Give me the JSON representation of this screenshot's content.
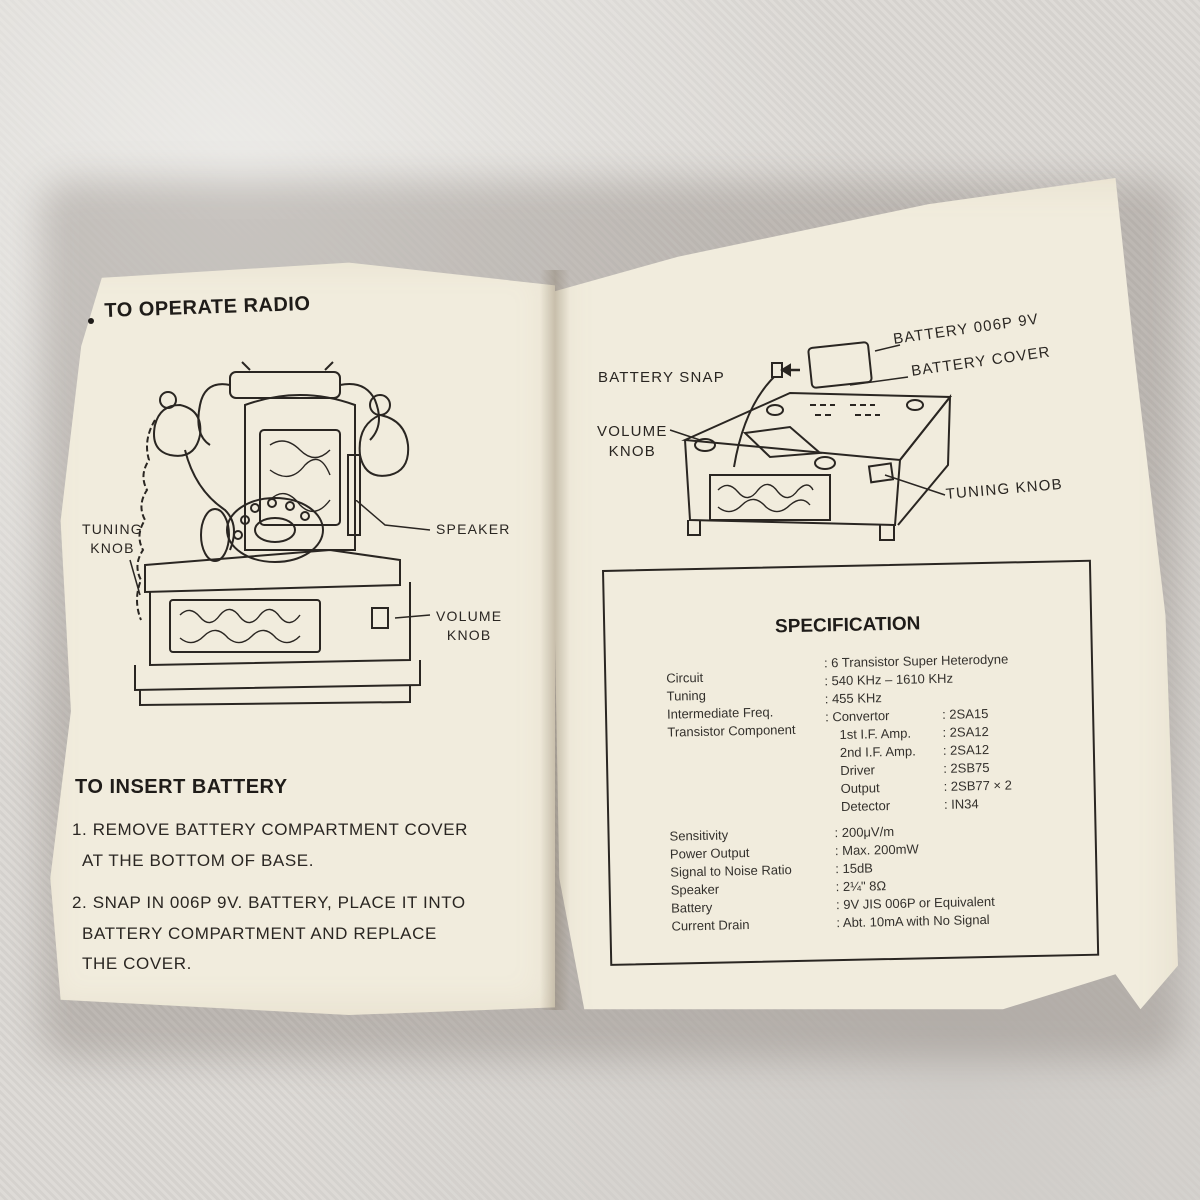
{
  "left_page": {
    "heading_operate": "TO OPERATE RADIO",
    "labels": {
      "tuning_knob": [
        "TUNING",
        "KNOB"
      ],
      "speaker": "SPEAKER",
      "volume_knob": [
        "VOLUME",
        "KNOB"
      ]
    },
    "heading_battery": "TO INSERT BATTERY",
    "steps": [
      [
        "1. REMOVE BATTERY COMPARTMENT COVER",
        "AT THE BOTTOM OF BASE."
      ],
      [
        "2. SNAP IN 006P 9V. BATTERY, PLACE IT INTO",
        "BATTERY COMPARTMENT AND REPLACE",
        "THE COVER."
      ]
    ]
  },
  "right_page": {
    "labels": {
      "battery": "BATTERY 006P 9V",
      "battery_cover": "BATTERY COVER",
      "battery_snap": "BATTERY  SNAP",
      "volume_knob": [
        "VOLUME",
        "KNOB"
      ],
      "tuning_knob": "TUNING KNOB"
    },
    "spec": {
      "title": "SPECIFICATION",
      "rows": [
        {
          "key": "Circuit",
          "value": ": 6 Transistor Super Heterodyne"
        },
        {
          "key": "Tuning",
          "value": ": 540 KHz – 1610 KHz"
        },
        {
          "key": "Intermediate Freq.",
          "value": ": 455 KHz"
        },
        {
          "key": "Transistor Component",
          "value": ": Convertor"
        }
      ],
      "components": [
        {
          "name": "Convertor",
          "part": ": 2SA15"
        },
        {
          "name": "1st I.F. Amp.",
          "part": ": 2SA12"
        },
        {
          "name": "2nd I.F. Amp.",
          "part": ": 2SA12"
        },
        {
          "name": "Driver",
          "part": ": 2SB75"
        },
        {
          "name": "Output",
          "part": ": 2SB77 × 2"
        },
        {
          "name": "Detector",
          "part": ": IN34"
        }
      ],
      "rows2": [
        {
          "key": "Sensitivity",
          "value": ": 200μV/m"
        },
        {
          "key": "Power Output",
          "value": ": Max. 200mW"
        },
        {
          "key": "Signal to Noise Ratio",
          "value": ": 15dB"
        },
        {
          "key": "Speaker",
          "value": ": 2¼\"  8Ω"
        },
        {
          "key": "Battery",
          "value": ": 9V  JIS 006P or Equivalent"
        },
        {
          "key": "Current Drain",
          "value": ": Abt. 10mA with No Signal"
        }
      ]
    }
  }
}
